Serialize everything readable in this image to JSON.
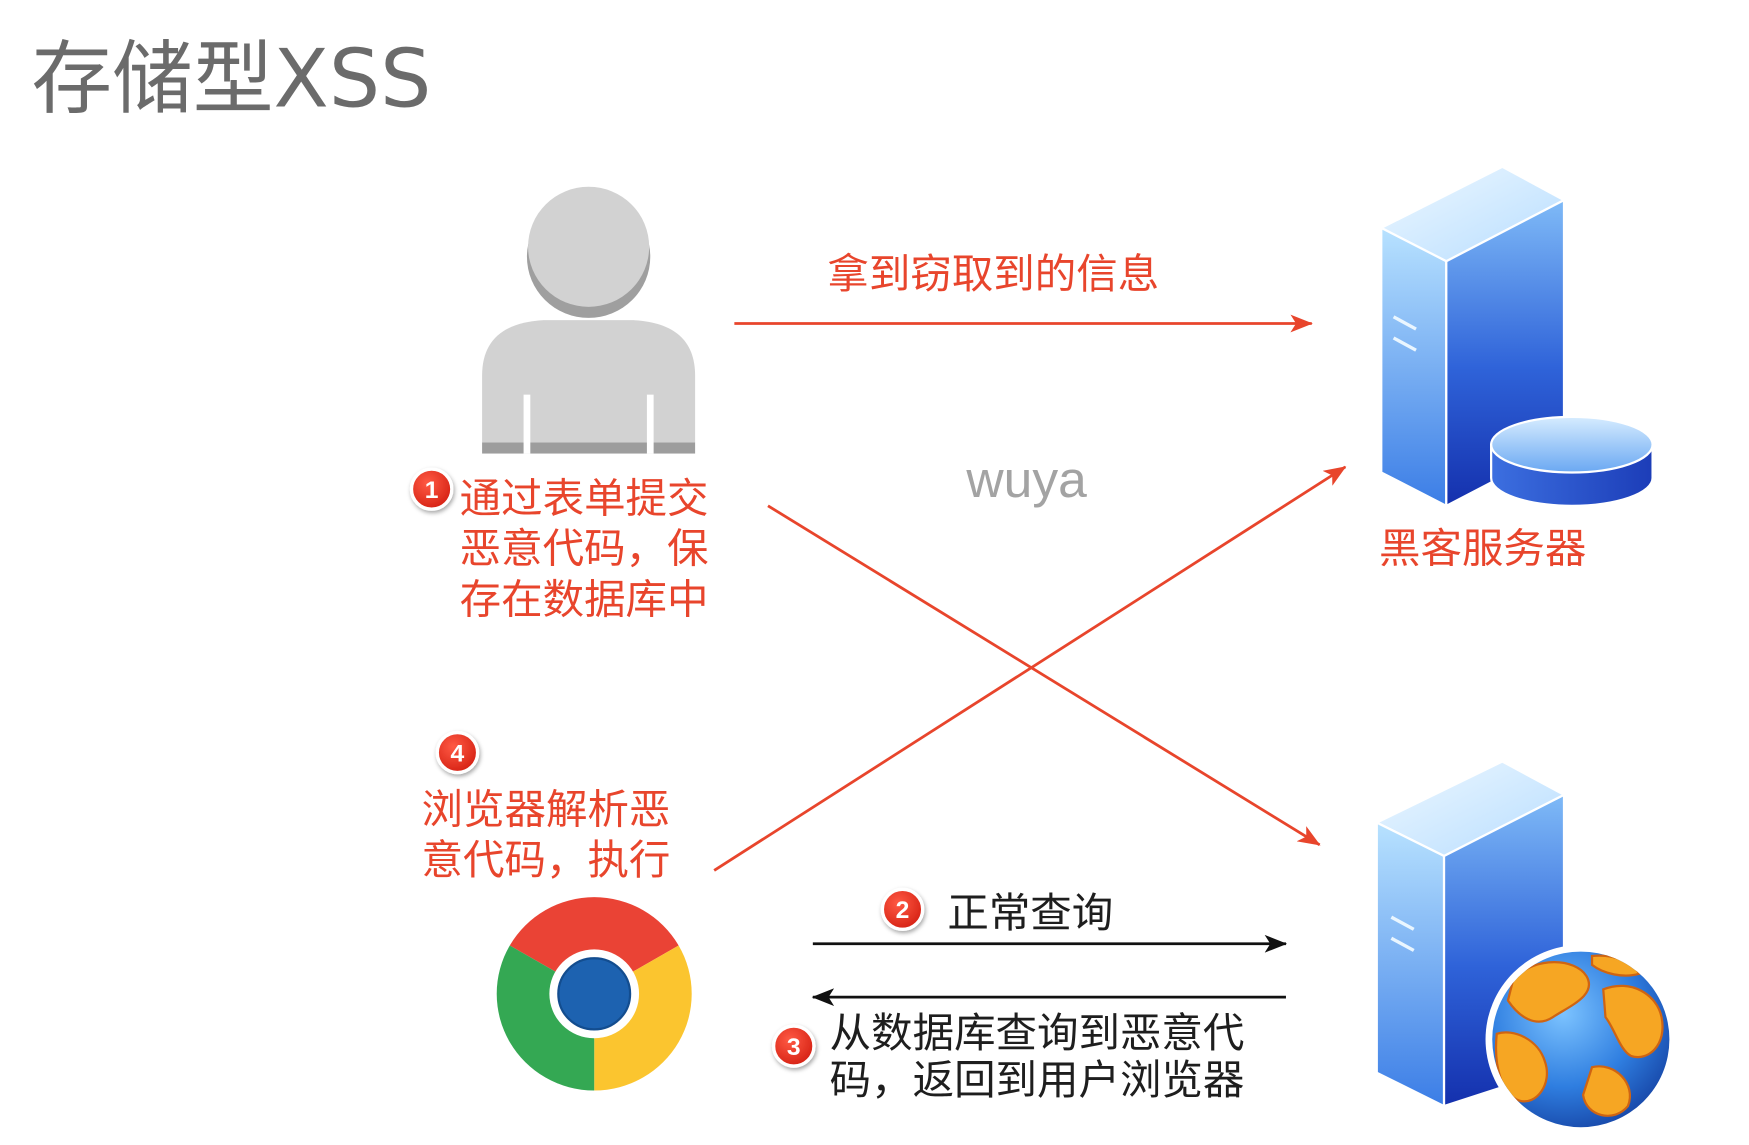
{
  "title": "存储型XSS",
  "watermark": "wuya",
  "attacker": {
    "icon": "user-icon"
  },
  "browser": {
    "icon": "chrome-browser-icon"
  },
  "hacker_server": {
    "label": "黑客服务器",
    "icon": "server-database-icon"
  },
  "web_server": {
    "icon": "web-server-globe-icon"
  },
  "stolen_info_arrow": {
    "label": "拿到窃取到的信息"
  },
  "steps": {
    "step1": {
      "number": "1",
      "lines": [
        "通过表单提交",
        "恶意代码，保",
        "存在数据库中"
      ]
    },
    "step2": {
      "number": "2",
      "lines": [
        "正常查询"
      ]
    },
    "step3": {
      "number": "3",
      "lines": [
        "从数据库查询到恶意代",
        "码，返回到用户浏览器"
      ]
    },
    "step4": {
      "number": "4",
      "lines": [
        "浏览器解析恶",
        "意代码，执行"
      ]
    }
  },
  "colors": {
    "accent_red": "#e8452c",
    "title_gray": "#6b6b6b",
    "text_black": "#1e1e1e",
    "watermark_gray": "#a3a3a3",
    "person_gray": "#d2d2d2",
    "server_blue": "#2a6fe0"
  }
}
